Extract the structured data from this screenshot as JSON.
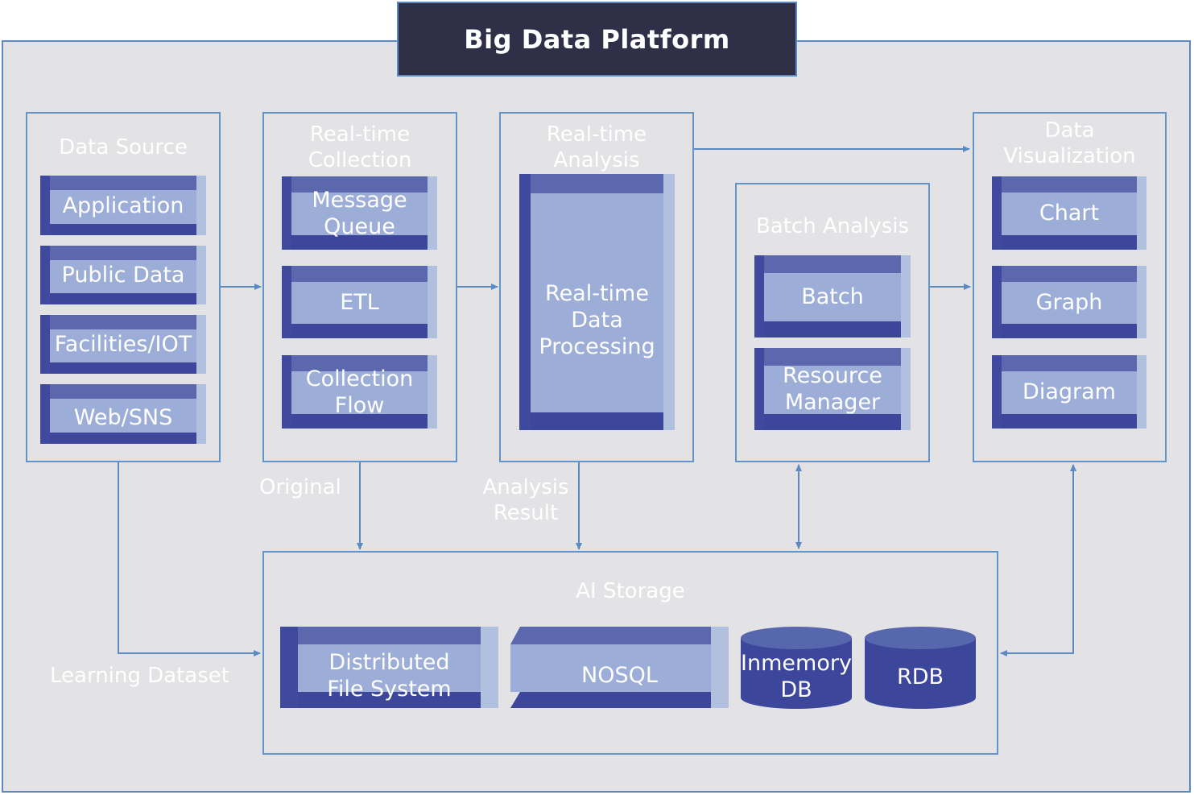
{
  "title": "Big Data Platform",
  "panels": {
    "data_source": {
      "title": "Data Source",
      "items": [
        "Application",
        "Public Data",
        "Facilities/IOT",
        "Web/SNS"
      ]
    },
    "realtime_collection": {
      "title": "Real-time\nCollection",
      "items": [
        "Message\nQueue",
        "ETL",
        "Collection\nFlow"
      ]
    },
    "realtime_analysis": {
      "title": "Real-time\nAnalysis",
      "items": [
        "Real-time\nData\nProcessing"
      ]
    },
    "batch_analysis": {
      "title": "Batch Analysis",
      "items": [
        "Batch",
        "Resource\nManager"
      ]
    },
    "data_visualization": {
      "title": "Data\nVisualization",
      "items": [
        "Chart",
        "Graph",
        "Diagram"
      ]
    },
    "ai_storage": {
      "title": "AI Storage",
      "items": [
        "Distributed\nFile System",
        "NOSQL",
        "Inmemory\nDB",
        "RDB"
      ]
    }
  },
  "flow_labels": {
    "original": "Original",
    "analysis_result": "Analysis\nResult",
    "learning_dataset": "Learning Dataset"
  },
  "colors": {
    "title_bg": "#2f3048",
    "frame_bg": "#e3e3e6",
    "border": "#6393cb",
    "block_face": "#9caed7",
    "block_dark": "#3c469a",
    "block_top": "#5b68ae"
  }
}
